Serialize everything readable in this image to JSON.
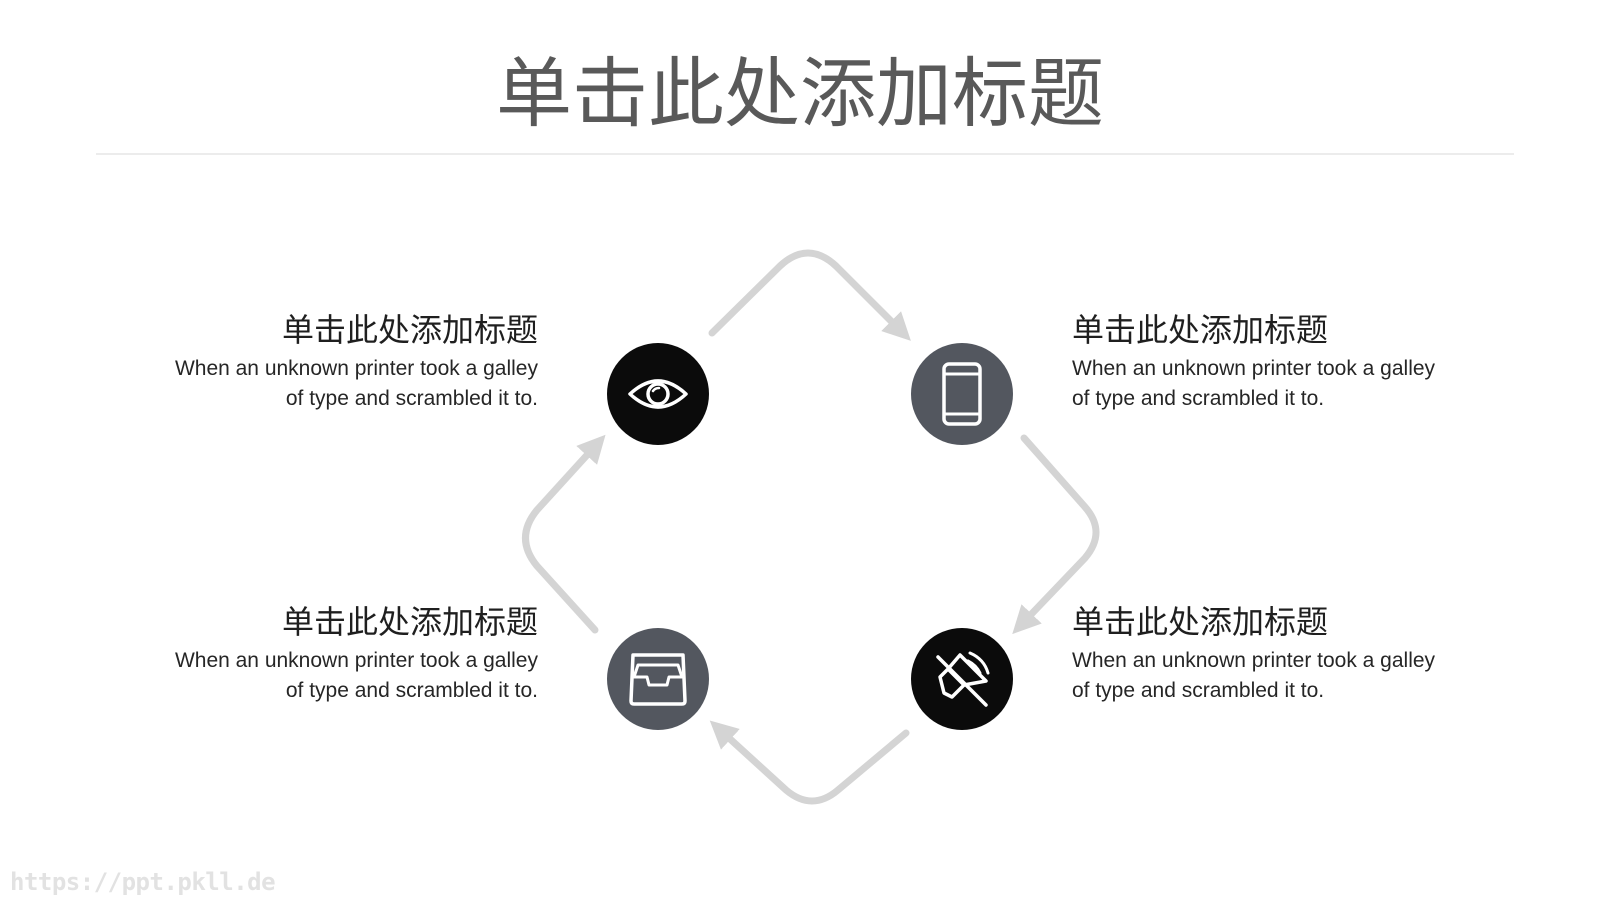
{
  "slide": {
    "title": "单击此处添加标题",
    "watermark": "https://ppt.pkll.de"
  },
  "items": [
    {
      "title": "单击此处添加标题",
      "desc_line1": "When an unknown printer took a galley",
      "desc_line2": "of type and scrambled it to.",
      "icon": "eye-icon",
      "circle_color": "#0b0b0b"
    },
    {
      "title": "单击此处添加标题",
      "desc_line1": "When an unknown printer took a galley",
      "desc_line2": "of type and scrambled it to.",
      "icon": "smartphone-icon",
      "circle_color": "#53575f"
    },
    {
      "title": "单击此处添加标题",
      "desc_line1": "When an unknown printer took a galley",
      "desc_line2": "of type and scrambled it to.",
      "icon": "inbox-tray-icon",
      "circle_color": "#53575f"
    },
    {
      "title": "单击此处添加标题",
      "desc_line1": "When an unknown printer took a galley",
      "desc_line2": "of type and scrambled it to.",
      "icon": "speaker-muted-icon",
      "circle_color": "#0b0b0b"
    }
  ],
  "colors": {
    "title_text": "#595959",
    "arrow": "#d4d4d4",
    "rule": "#ececec"
  }
}
